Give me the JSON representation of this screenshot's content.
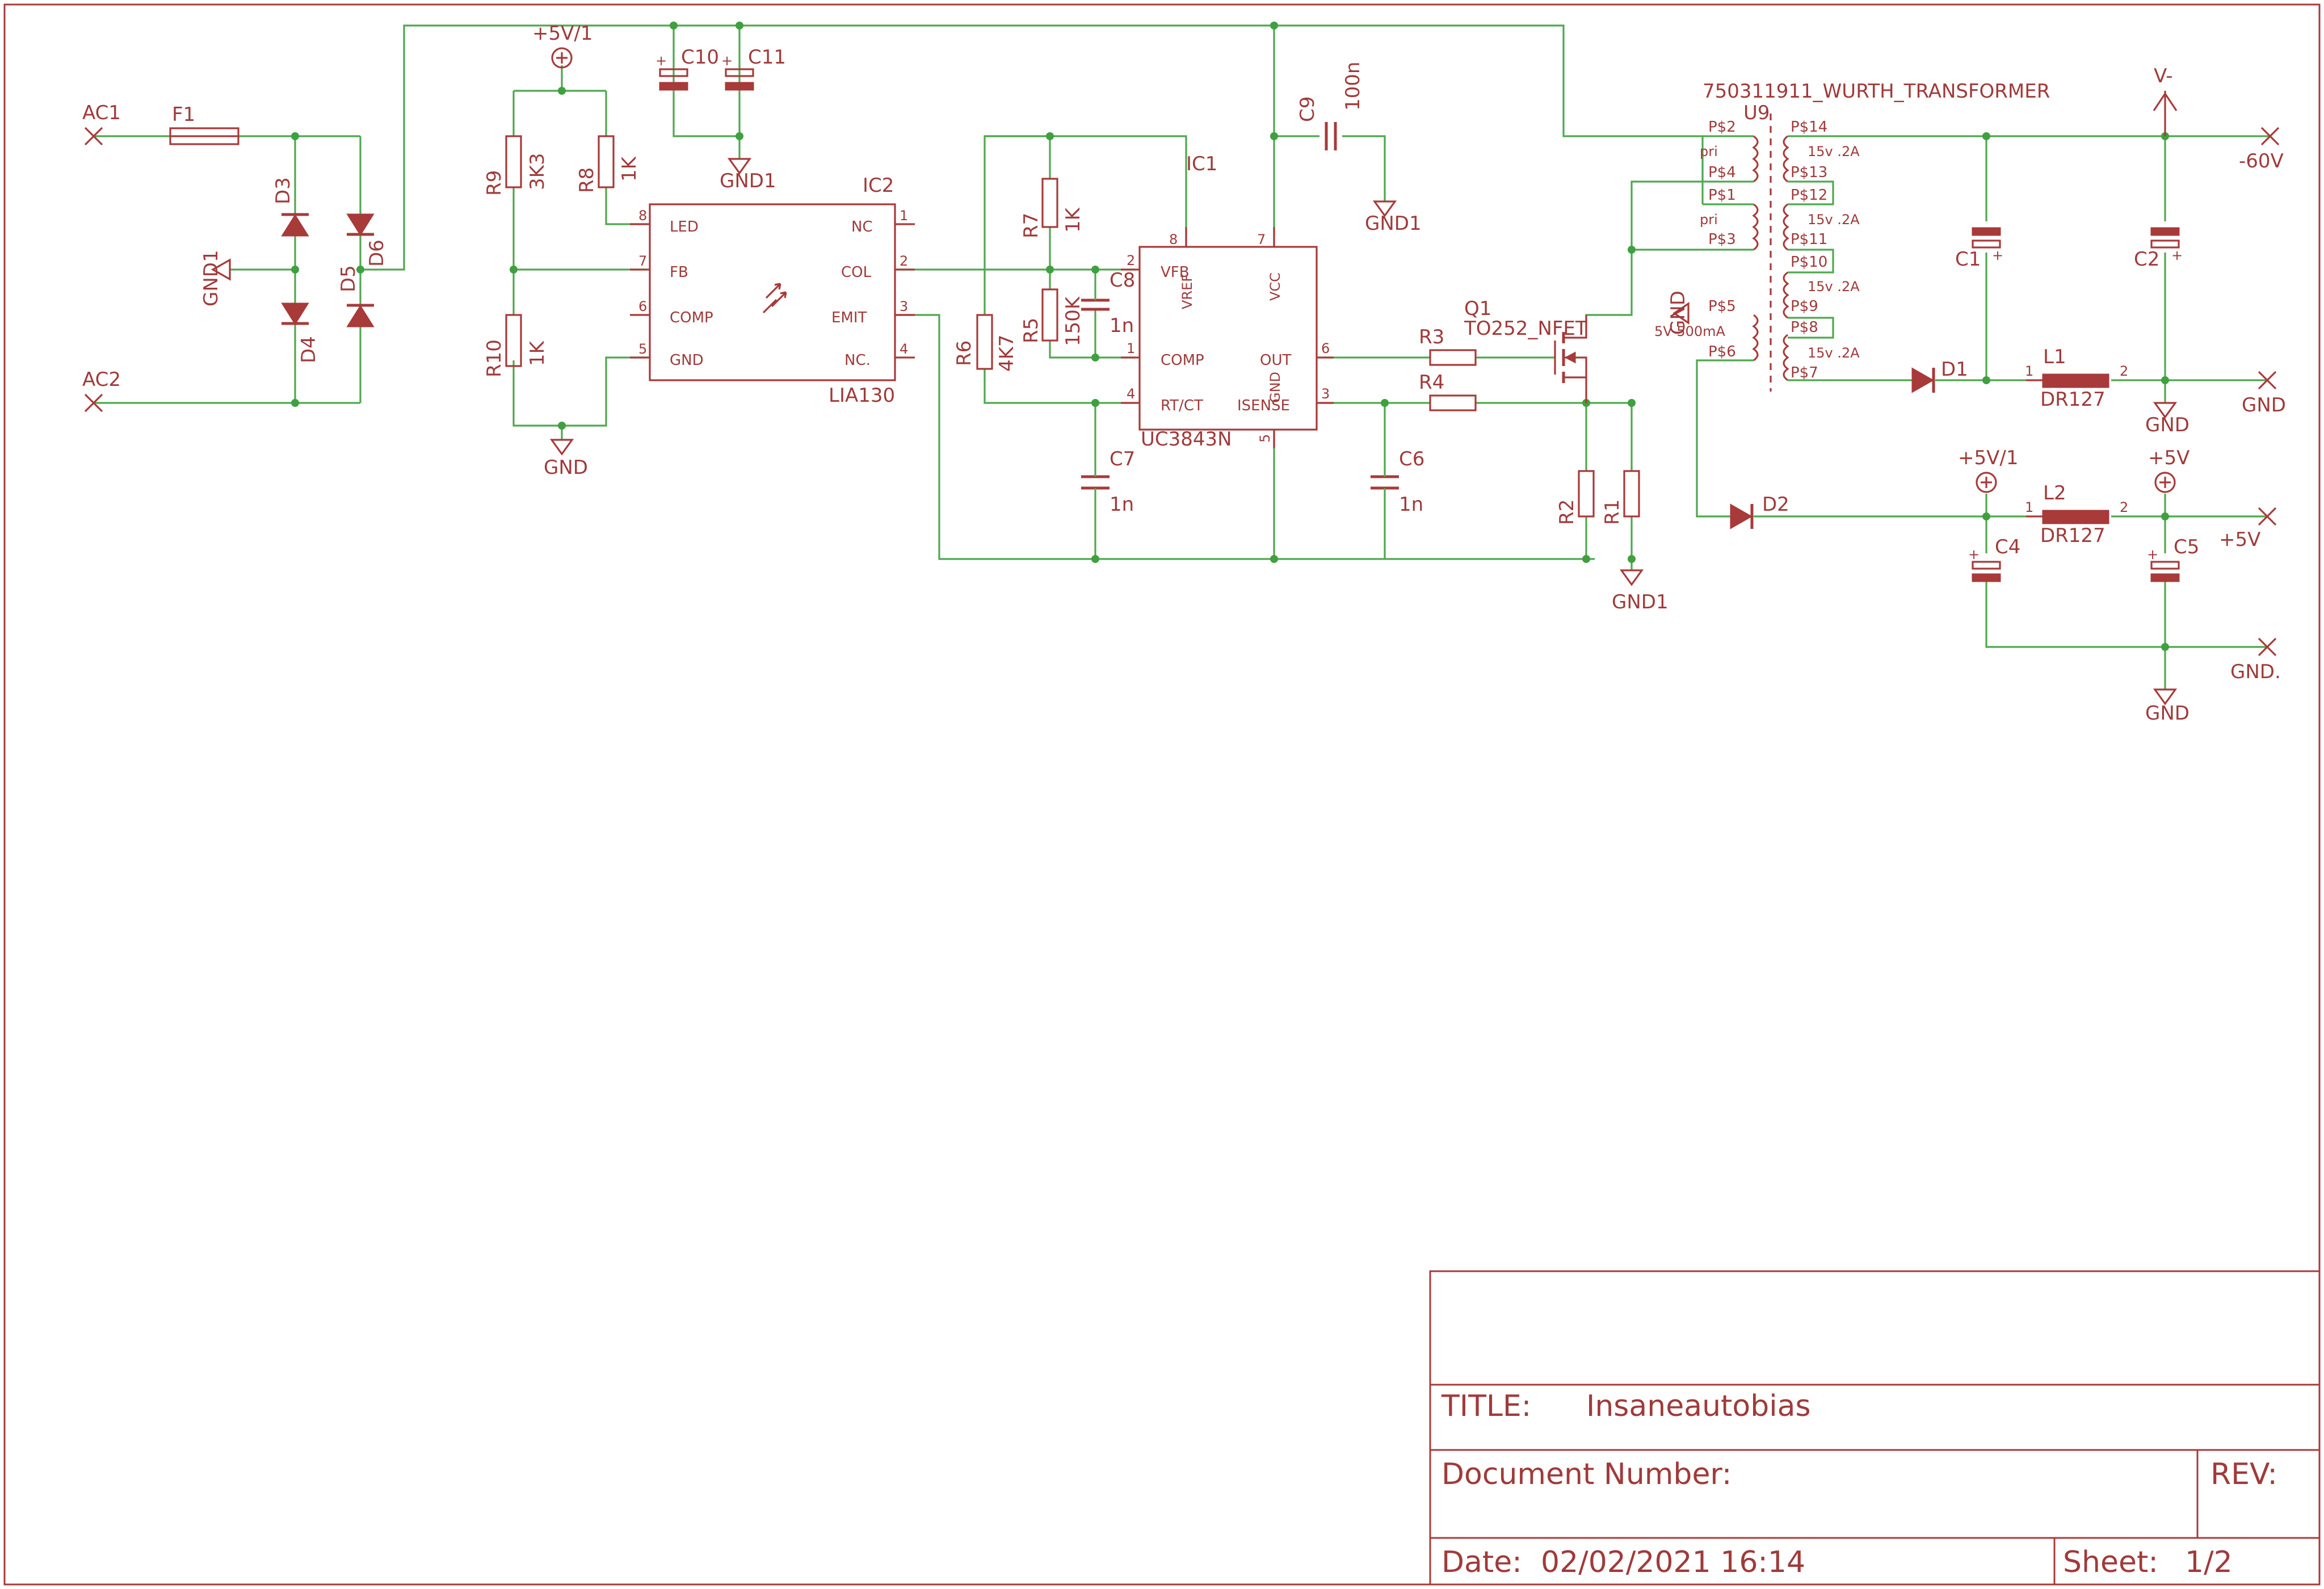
{
  "diagram": {
    "components": {
      "F1": "F1",
      "D3": "D3",
      "D4": "D4",
      "D5": "D5",
      "D6": "D6",
      "R9": "R9",
      "R9_val": "3K3",
      "R8": "R8",
      "R8_val": "1K",
      "R10": "R10",
      "R10_val": "1K",
      "C10": "C10",
      "C11": "C11",
      "IC2": "IC2",
      "IC2_part": "LIA130",
      "R6": "R6",
      "R6_val": "4K7",
      "R7": "R7",
      "R7_val": "1K",
      "R5": "R5",
      "R5_val": "150K",
      "C8": "C8",
      "C8_val": "1n",
      "C7": "C7",
      "C7_val": "1n",
      "IC1": "IC1",
      "IC1_part": "UC3843N",
      "C9": "C9",
      "C9_val": "100n",
      "R3": "R3",
      "R4": "R4",
      "C6": "C6",
      "C6_val": "1n",
      "Q1": "Q1",
      "Q1_part": "TO252_NFET",
      "R2": "R2",
      "R1": "R1",
      "U9": "U9",
      "U9_part": "750311911_WURTH_TRANSFORMER",
      "C1": "C1",
      "C2": "C2",
      "D1": "D1",
      "D2": "D2",
      "L1": "L1",
      "L1_part": "DR127",
      "L2": "L2",
      "L2_part": "DR127",
      "C4": "C4",
      "C5": "C5"
    },
    "nets": {
      "ac1": "AC1",
      "ac2": "AC2",
      "gnd1": "GND1",
      "gnd": "GND",
      "gnd_dot": "GND.",
      "p5v1": "+5V/1",
      "p5v": "+5V",
      "vminus": "V-",
      "m60": "-60V"
    },
    "ic2_pins": {
      "led": "LED",
      "fb": "FB",
      "comp": "COMP",
      "gnd": "GND",
      "nc": "NC",
      "col": "COL",
      "emit": "EMIT",
      "nc2": "NC.",
      "n1": "1",
      "n2": "2",
      "n3": "3",
      "n4": "4",
      "n5": "5",
      "n6": "6",
      "n7": "7",
      "n8": "8"
    },
    "ic1_pins": {
      "vfb": "VFB",
      "vref": "VREF",
      "vcc": "VCC",
      "comp": "COMP",
      "out": "OUT",
      "rtct": "RT/CT",
      "isense": "ISENSE",
      "gnd": "GND",
      "n1": "1",
      "n2": "2",
      "n3": "3",
      "n4": "4",
      "n5": "5",
      "n6": "6",
      "n7": "7",
      "n8": "8"
    },
    "transformer": {
      "p2": "P$2",
      "p4": "P$4",
      "p1": "P$1",
      "p3": "P$3",
      "p5": "P$5",
      "p6": "P$6",
      "p14": "P$14",
      "p13": "P$13",
      "p12": "P$12",
      "p11": "P$11",
      "p10": "P$10",
      "p9": "P$9",
      "p8": "P$8",
      "p7": "P$7",
      "pri": "pri",
      "w15a": "15v .2A",
      "w5": "5V 500mA"
    },
    "inductor_pins": {
      "one": "1",
      "two": "2"
    }
  },
  "title_block": {
    "title_label": "TITLE:",
    "title": "Insaneautobias",
    "docnum_label": "Document Number:",
    "rev_label": "REV:",
    "date_label": "Date:",
    "date": "02/02/2021 16:14",
    "sheet_label": "Sheet:",
    "sheet": "1/2"
  },
  "colors": {
    "wire": "#4fa84f",
    "part": "#a83a3a",
    "text": "#a03a3a",
    "background": "#ffffff"
  }
}
